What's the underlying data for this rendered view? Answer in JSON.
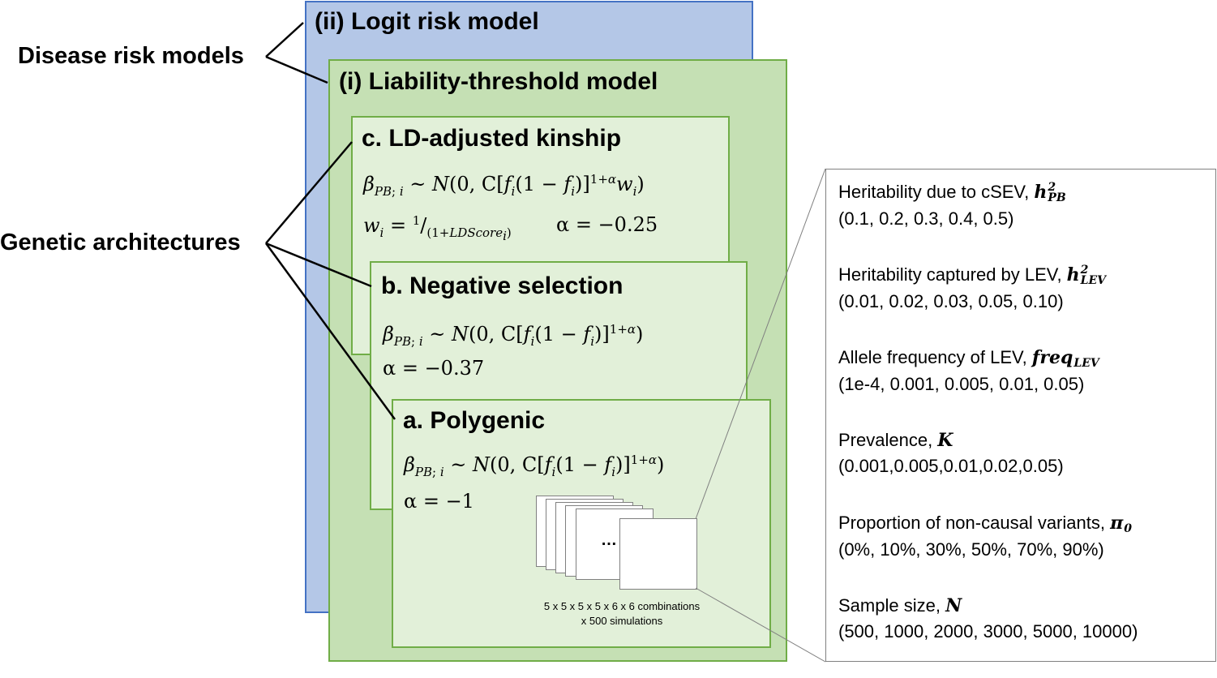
{
  "left_labels": {
    "disease_risk_models": "Disease risk models",
    "genetic_architectures": "Genetic architectures"
  },
  "models": {
    "logit": "(ii) Logit risk model",
    "liability": "(i) Liability-threshold model"
  },
  "architectures": {
    "ld_adjusted": {
      "title": "c. LD-adjusted kinship",
      "alpha": "α = −0.25"
    },
    "negative_selection": {
      "title": "b. Negative selection",
      "alpha": "α = −0.37"
    },
    "polygenic": {
      "title": "a. Polygenic",
      "alpha": "α = −1"
    }
  },
  "simulation": {
    "ellipsis": "…",
    "caption_line1": "5 x 5 x 5 x 5 x 6 x 6 combinations",
    "caption_line2": "x 500 simulations"
  },
  "parameters": [
    {
      "label": "Heritability due to cSEV, ",
      "symbol": "h",
      "sup": "2",
      "sub": "PB",
      "values": "(0.1, 0.2, 0.3, 0.4, 0.5)"
    },
    {
      "label": "Heritability captured by LEV, ",
      "symbol": "h",
      "sup": "2",
      "sub": "LEV",
      "values": "(0.01, 0.02, 0.03, 0.05, 0.10)"
    },
    {
      "label": "Allele frequency of LEV, ",
      "symbol": "freq",
      "sup": "",
      "sub": "LEV",
      "values": "(1e-4, 0.001, 0.005, 0.01, 0.05)"
    },
    {
      "label": "Prevalence, ",
      "symbol": "K",
      "sup": "",
      "sub": "",
      "values": "(0.001,0.005,0.01,0.02,0.05)"
    },
    {
      "label": "Proportion of non-causal variants, ",
      "symbol": "π",
      "sup": "",
      "sub": "0",
      "values": "(0%, 10%, 30%, 50%, 70%, 90%)"
    },
    {
      "label": "Sample size, ",
      "symbol": "N",
      "sup": "",
      "sub": "",
      "values": "(500, 1000, 2000, 3000, 5000, 10000)"
    }
  ],
  "colors": {
    "logit_fill": "#b4c7e7",
    "logit_border": "#4472c4",
    "liability_fill": "#c5e0b4",
    "liability_border": "#70ad47",
    "arch_fill": "#e2f0d9",
    "arch_border": "#70ad47",
    "panel_border": "#808080",
    "line": "#000000"
  }
}
